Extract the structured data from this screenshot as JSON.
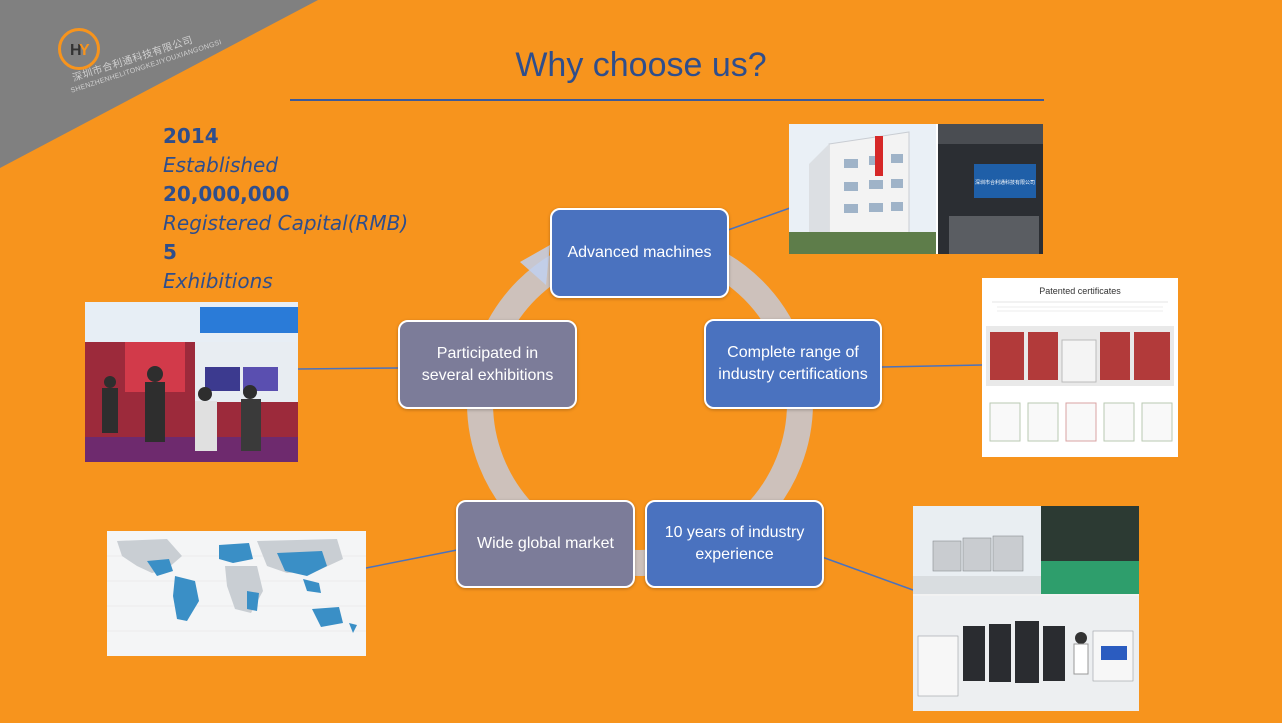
{
  "slide": {
    "title": "Why choose us?",
    "logo": {
      "company_cn": "深圳市合利通科技有限公司",
      "company_en": "SHENZHENHELITONGKEJIYOUXIANGONGSI"
    },
    "stats": [
      {
        "value": "2014",
        "label": "Established"
      },
      {
        "value": "20,000,000",
        "label": "Registered Capital(RMB)"
      },
      {
        "value": "5",
        "label": "Exhibitions"
      }
    ],
    "nodes": {
      "advanced": "Advanced machines",
      "certifications": "Complete range of industry certifications",
      "experience": "10 years of industry experience",
      "market": "Wide global market",
      "exhibitions": "Participated in several exhibitions"
    },
    "photos": {
      "certificates_title": "Patented certificates",
      "company_sign": "深圳市合利通科技有限公司"
    },
    "colors": {
      "background": "#F7941D",
      "accent_blue": "#4A72BF",
      "title_blue": "#2F4E8C",
      "node_gray": "#7C7C99",
      "corner_gray": "#808080"
    }
  }
}
